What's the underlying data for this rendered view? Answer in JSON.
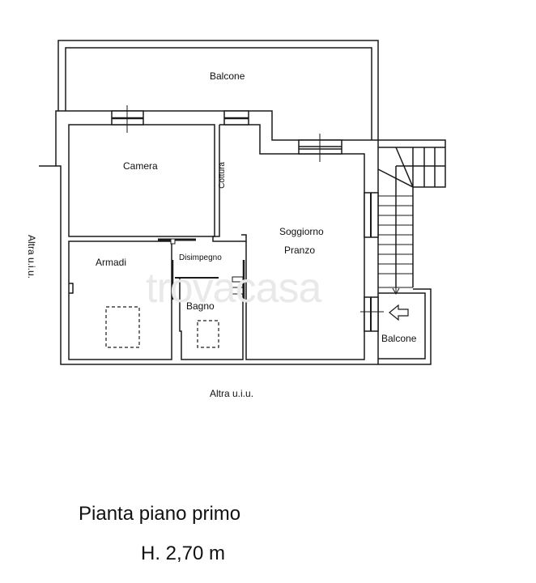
{
  "plan": {
    "rooms": {
      "balcone_top": "Balcone",
      "camera": "Camera",
      "cottura": "Cottura",
      "soggiorno_line1": "Soggiorno",
      "soggiorno_line2": "Pranzo",
      "armadi": "Armadi",
      "disimpegno": "Disimpegno",
      "bagno": "Bagno",
      "balcone_side": "Balcone"
    },
    "neighbors": {
      "left": "Altra u.i.u.",
      "bottom": "Altra u.i.u."
    },
    "watermark": "trovacasa",
    "line_color": "#1a1a1a"
  },
  "caption": {
    "title": "Pianta piano primo",
    "height": "H. 2,70 m"
  }
}
